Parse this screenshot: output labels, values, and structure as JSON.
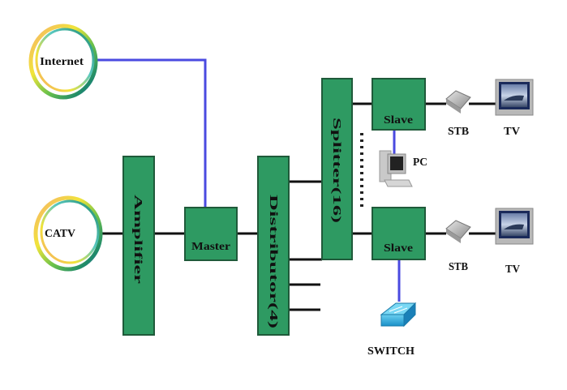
{
  "diagram": {
    "sources": {
      "internet": "Internet",
      "catv": "CATV"
    },
    "blocks": {
      "amplifier": "Amplifier",
      "master": "Master",
      "distributor": "Distributor(4)",
      "splitter": "Splitter(16)",
      "slave_top": "Slave",
      "slave_bottom": "Slave"
    },
    "devices": {
      "stb_top": "STB",
      "tv_top": "TV",
      "pc": "PC",
      "stb_bottom": "STB",
      "tv_bottom": "TV",
      "switch": "SWITCH"
    },
    "colors": {
      "block_fill": "#2e9a62",
      "coax_line": "#111111",
      "ethernet_line": "#4a4ae0"
    }
  }
}
